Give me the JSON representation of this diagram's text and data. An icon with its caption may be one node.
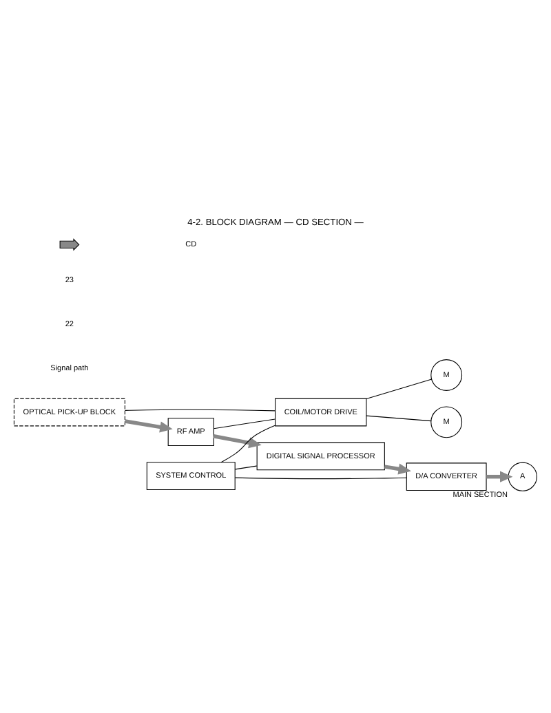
{
  "diagram": {
    "title": "4-2. BLOCK DIAGRAM — CD SECTION —",
    "nodes": [
      {
        "text": [
          "OPTICAL PICK-UP BLOCK"
        ]
      },
      {
        "text": [
          "RF AMP"
        ]
      },
      {
        "text": [
          "DIGITAL SIGNAL PROCESSOR"
        ]
      },
      {
        "text": [
          "D/A CONVERTER"
        ]
      },
      {
        "text": [
          "A"
        ],
        "beside": [
          "MAIN SECTION"
        ]
      },
      {
        "text": [
          "SYSTEM CONTROL"
        ]
      },
      {
        "text": [
          "COIL/MOTOR DRIVE"
        ]
      },
      {
        "text": [
          "M"
        ]
      },
      {
        "text": [
          "M"
        ]
      }
    ],
    "edges": [
      {
        "from": 0,
        "to": 1,
        "arrow": "to",
        "style": "thick",
        "color": "#888888"
      },
      {
        "from": 1,
        "to": 2,
        "arrow": "to",
        "style": "thick",
        "color": "#888888"
      },
      {
        "from": 2,
        "to": 3,
        "arrow": "to",
        "style": "thick",
        "color": "#888888"
      },
      {
        "from": 3,
        "to": 4,
        "arrow": "to",
        "style": "thick",
        "color": "#888888"
      },
      {
        "from": 5,
        "to": 2,
        "arrow": "none"
      },
      {
        "from": 5,
        "to": 3,
        "arrow": "none"
      },
      {
        "from": 5,
        "to": 6,
        "arrow": "none"
      },
      {
        "from": 1,
        "to": 6,
        "arrow": "none"
      },
      {
        "from": 6,
        "to": 0,
        "arrow": "none"
      },
      {
        "from": 6,
        "to": 7,
        "arrow": "none"
      },
      {
        "from": 6,
        "to": 8,
        "arrow": "none"
      }
    ],
    "labels": [
      "Signal path",
      "22",
      "23"
    ],
    "legend": [
      {
        "text": "CD"
      }
    ]
  }
}
